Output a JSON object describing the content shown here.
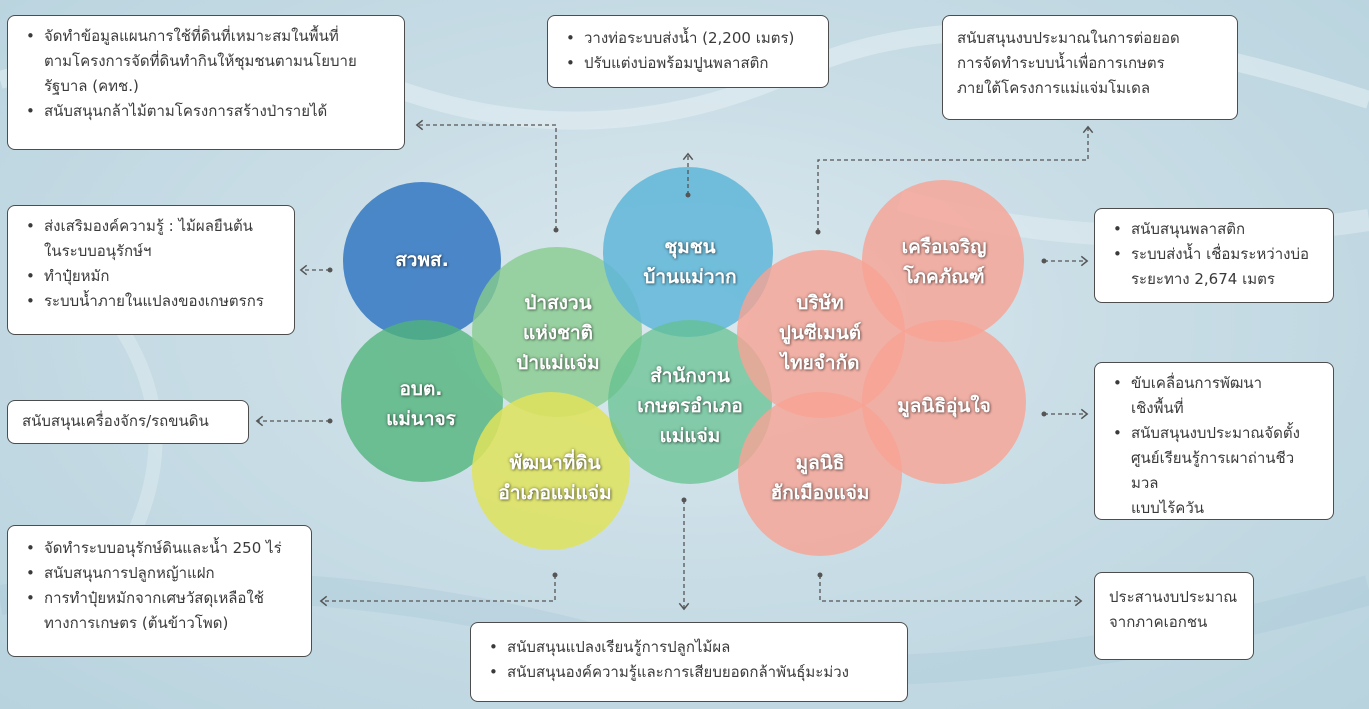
{
  "colors": {
    "dark_blue": "#3f7fc4",
    "sky_blue": "#5fb6d8",
    "green": "#57b883",
    "light_green": "#8fcf8d",
    "yellow": "#dfe35a",
    "pink": "#f7a394",
    "connector": "#555555"
  },
  "circles": {
    "sawaphot": "สวพส.",
    "forest": [
      "ป่าสงวน",
      "แห่งชาติ",
      "ป่าแม่แจ่ม"
    ],
    "community": [
      "ชุมชน",
      "บ้านแม่วาก"
    ],
    "obt": [
      "อบต.",
      "แม่นาจร"
    ],
    "agri_office": [
      "สำนักงาน",
      "เกษตรอำเภอ",
      "แม่แจ่ม"
    ],
    "land_dev": [
      "พัฒนาที่ดิน",
      "อำเภอแม่แจ่ม"
    ],
    "scg": [
      "บริษัท",
      "ปูนซีเมนต์",
      "ไทยจำกัด"
    ],
    "khrua": [
      "เครือเจริญ",
      "โภคภัณฑ์"
    ],
    "unjai": "มูลนิธิอุ่นใจ",
    "hug": [
      "มูลนิธิ",
      "ฮักเมืองแจ่ม"
    ]
  },
  "boxes": {
    "forest_box": [
      "จัดทำข้อมูลแผนการใช้ที่ดินที่เหมาะสมในพื้นที่",
      "ตามโครงการจัดที่ดินทำกินให้ชุมชนตามนโยบาย",
      "รัฐบาล (คทช.)",
      "สนับสนุนกล้าไม้ตามโครงการสร้างป่ารายได้"
    ],
    "community_box": [
      "วางท่อระบบส่งน้ำ (2,200 เมตร)",
      "ปรับแต่งบ่อพร้อมปูนพลาสติก"
    ],
    "scg_box": [
      "สนับสนุนงบประมาณในการต่อยอด",
      "การจัดทำระบบน้ำเพื่อการเกษตร",
      "ภายใต้โครงการแม่แจ่มโมเดล"
    ],
    "sawaphot_box": [
      "ส่งเสริมองค์ความรู้ : ไม้ผลยืนต้น",
      "ในระบบอนุรักษ์ฯ",
      "ทำปุ๋ยหมัก",
      "ระบบน้ำภายในแปลงของเกษตรกร"
    ],
    "khrua_box": [
      "สนับสนุนพลาสติก",
      "ระบบส่งน้ำ เชื่อมระหว่างบ่อ",
      "ระยะทาง 2,674 เมตร"
    ],
    "obt_box": "สนับสนุนเครื่องจักร/รถขนดิน",
    "unjai_box": [
      "ขับเคลื่อนการพัฒนา",
      "เชิงพื้นที่",
      "สนับสนุนงบประมาณจัดตั้ง",
      "ศูนย์เรียนรู้การเผาถ่านชีวมวล",
      "แบบไร้ควัน"
    ],
    "land_box": [
      "จัดทำระบบอนุรักษ์ดินและน้ำ 250 ไร่",
      "สนับสนุนการปลูกหญ้าแฝก",
      "การทำปุ๋ยหมักจากเศษวัสดุเหลือใช้",
      "ทางการเกษตร (ต้นข้าวโพด)"
    ],
    "agri_box": [
      "สนับสนุนแปลงเรียนรู้การปลูกไม้ผล",
      "สนับสนุนองค์ความรู้และการเสียบยอดกล้าพันธุ์มะม่วง"
    ],
    "hug_box": [
      "ประสานงบประมาณ",
      "จากภาคเอกชน"
    ]
  }
}
